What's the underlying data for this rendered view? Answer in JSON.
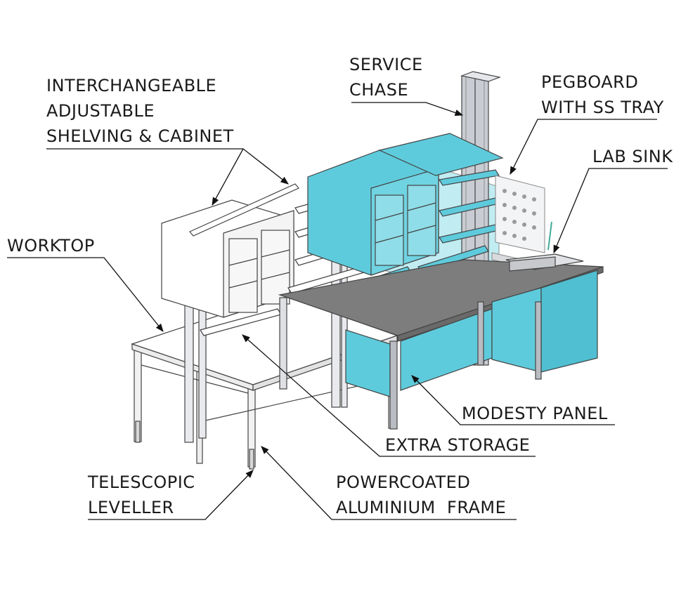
{
  "diagram": {
    "colors": {
      "panel_cyan": "#5ecbdc",
      "panel_cyan_light": "#8fdde8",
      "worktop_grey": "#7d7d7d",
      "frame_grey": "#b9bcc2",
      "line_dark": "#333333"
    },
    "labels": {
      "service_chase": [
        "SERVICE",
        "CHASE"
      ],
      "pegboard": [
        "PEGBOARD",
        "WITH SS TRAY"
      ],
      "shelving": [
        "INTERCHANGEABLE",
        "ADJUSTABLE",
        "SHELVING & CABINET"
      ],
      "lab_sink": [
        "LAB SINK"
      ],
      "worktop": [
        "WORKTOP"
      ],
      "modesty_panel": [
        "MODESTY PANEL"
      ],
      "extra_storage": [
        "EXTRA STORAGE"
      ],
      "telescopic_leveller": [
        "TELESCOPIC",
        "LEVELLER"
      ],
      "powercoated_frame": [
        "POWERCOATED",
        "ALUMINIUM  FRAME"
      ]
    }
  }
}
